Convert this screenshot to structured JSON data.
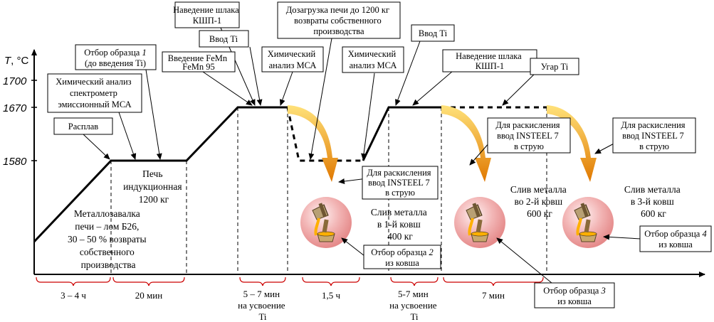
{
  "axis": {
    "y_label_italic": "T",
    "y_label_unit": ", °C",
    "ticks": [
      "1700",
      "1670",
      "1580"
    ]
  },
  "boxes": {
    "rasplav": "Расплав",
    "himan1": [
      "Химический анализ",
      "спектрометр",
      "эмиссионный МСА"
    ],
    "otbor1_l1_a": "Отбор образца ",
    "otbor1_l1_b": "1",
    "otbor1_l2": "(до введения Ti)",
    "vvedenie_femn": [
      "Введение FeMn",
      "FeMn 95"
    ],
    "naved1": [
      "Наведение шлака",
      "КШП-1"
    ],
    "vvod_ti_1": "Ввод Ti",
    "himan2": [
      "Химический",
      "анализ МСА"
    ],
    "dozagruzka": [
      "Дозагрузка печи до 1200 кг",
      "возвраты собственного",
      "производства"
    ],
    "himan3": [
      "Химический",
      "анализ МСА"
    ],
    "vvod_ti_2": "Ввод Ti",
    "naved2": [
      "Наведение шлака",
      "КШП-1"
    ],
    "ugar_ti": "Угар Ti",
    "raskisl1": [
      "Для раскисления",
      "ввод INSTEEL 7",
      "в струю"
    ],
    "raskisl2": [
      "Для раскисления",
      "ввод INSTEEL 7",
      "в струю"
    ],
    "raskisl3": [
      "Для раскисления",
      "ввод INSTEEL 7",
      "в струю"
    ],
    "otbor2_a": "Отбор образца ",
    "otbor2_b": "2",
    "otbor2_c": "из ковша",
    "otbor3_a": "Отбор образца ",
    "otbor3_b": "3",
    "otbor3_c": "из ковша",
    "otbor4_a": "Отбор образца ",
    "otbor4_b": "4",
    "otbor4_c": "из ковша"
  },
  "texts": {
    "metallozavalka": [
      "Металлозавалка",
      "печи – лом Б26,",
      "30 – 50 % возвраты",
      "собственного",
      "производства"
    ],
    "pech": [
      "Печь",
      "индукционная",
      "1200 кг"
    ],
    "sliv1": [
      "Слив металла",
      "в 1-й ковш",
      "400 кг"
    ],
    "sliv2": [
      "Слив металла",
      "во 2-й ковш",
      "600 кг"
    ],
    "sliv3": [
      "Слив металла",
      "в 3-й ковш",
      "600 кг"
    ]
  },
  "durations": {
    "d1": "3 – 4 ч",
    "d2": "20 мин",
    "d3": [
      "5 – 7 мин",
      "на усвоение",
      "Ti"
    ],
    "d4": "1,5 ч",
    "d5": [
      "5-7 мин",
      "на усвоение",
      "Ti"
    ],
    "d6": "7 мин"
  },
  "colors": {
    "arrow_light": "#ffe27a",
    "arrow_dark": "#e07800",
    "ladle_bg": "#e58a8a",
    "brace": "#cc0000"
  }
}
